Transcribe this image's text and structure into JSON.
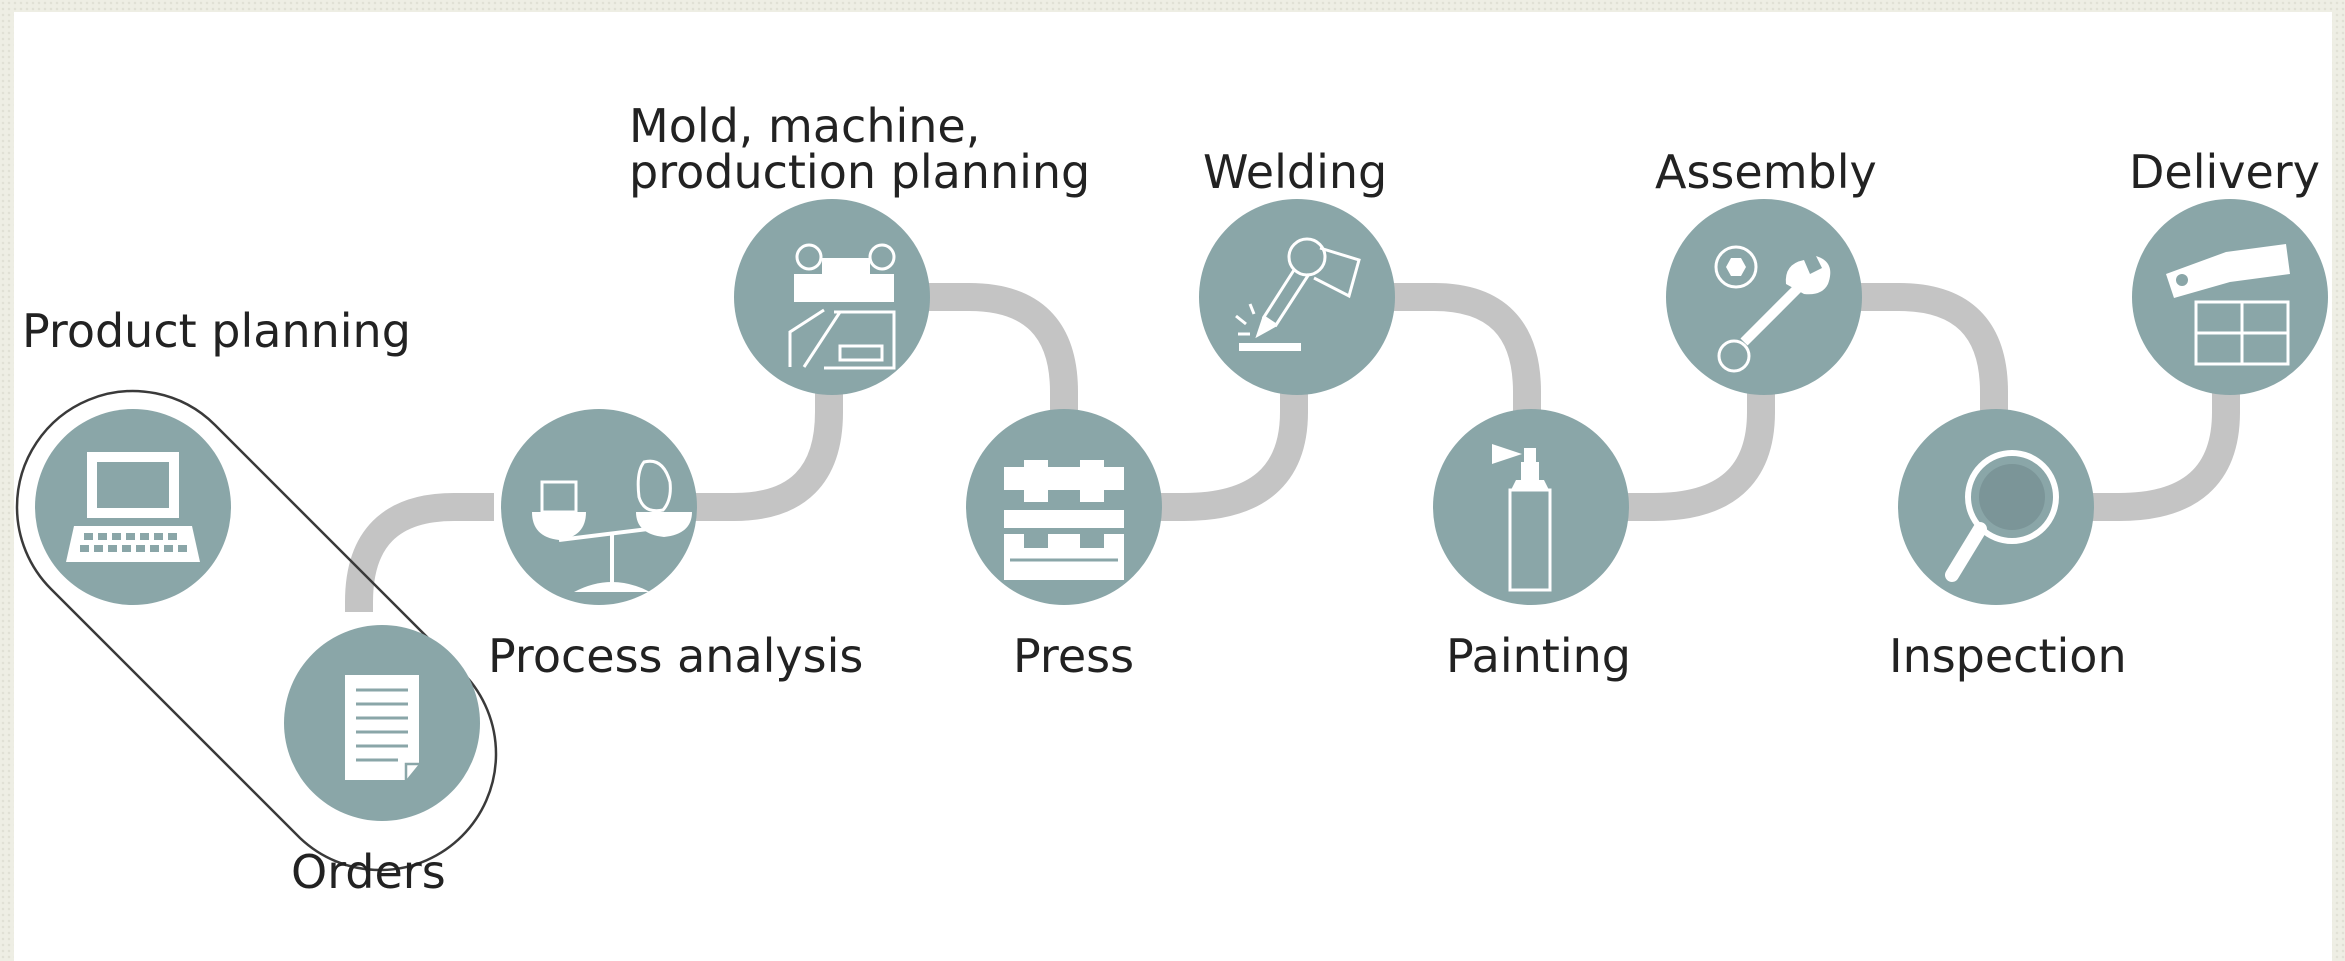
{
  "stages": [
    {
      "name": "product-planning",
      "label": "Product planning",
      "icon": "laptop-icon"
    },
    {
      "name": "orders",
      "label": "Orders",
      "icon": "document-icon"
    },
    {
      "name": "process-analysis",
      "label": "Process analysis",
      "icon": "balance-scale-icon"
    },
    {
      "name": "mold-machine-production-planning",
      "label_line1": "Mold, machine,",
      "label_line2": "production planning",
      "icon": "machine-icon"
    },
    {
      "name": "press",
      "label": "Press",
      "icon": "press-mold-icon"
    },
    {
      "name": "welding",
      "label": "Welding",
      "icon": "welding-robot-icon"
    },
    {
      "name": "painting",
      "label": "Painting",
      "icon": "spray-can-icon"
    },
    {
      "name": "assembly",
      "label": "Assembly",
      "icon": "wrench-icon"
    },
    {
      "name": "inspection",
      "label": "Inspection",
      "icon": "magnifier-icon"
    },
    {
      "name": "delivery",
      "label": "Delivery",
      "icon": "package-icon"
    }
  ],
  "colors": {
    "circle": "#8aa6a8",
    "connector": "#c4c4c4",
    "icon": "#ffffff",
    "outline": "#3a3a3a",
    "text": "#222222"
  }
}
